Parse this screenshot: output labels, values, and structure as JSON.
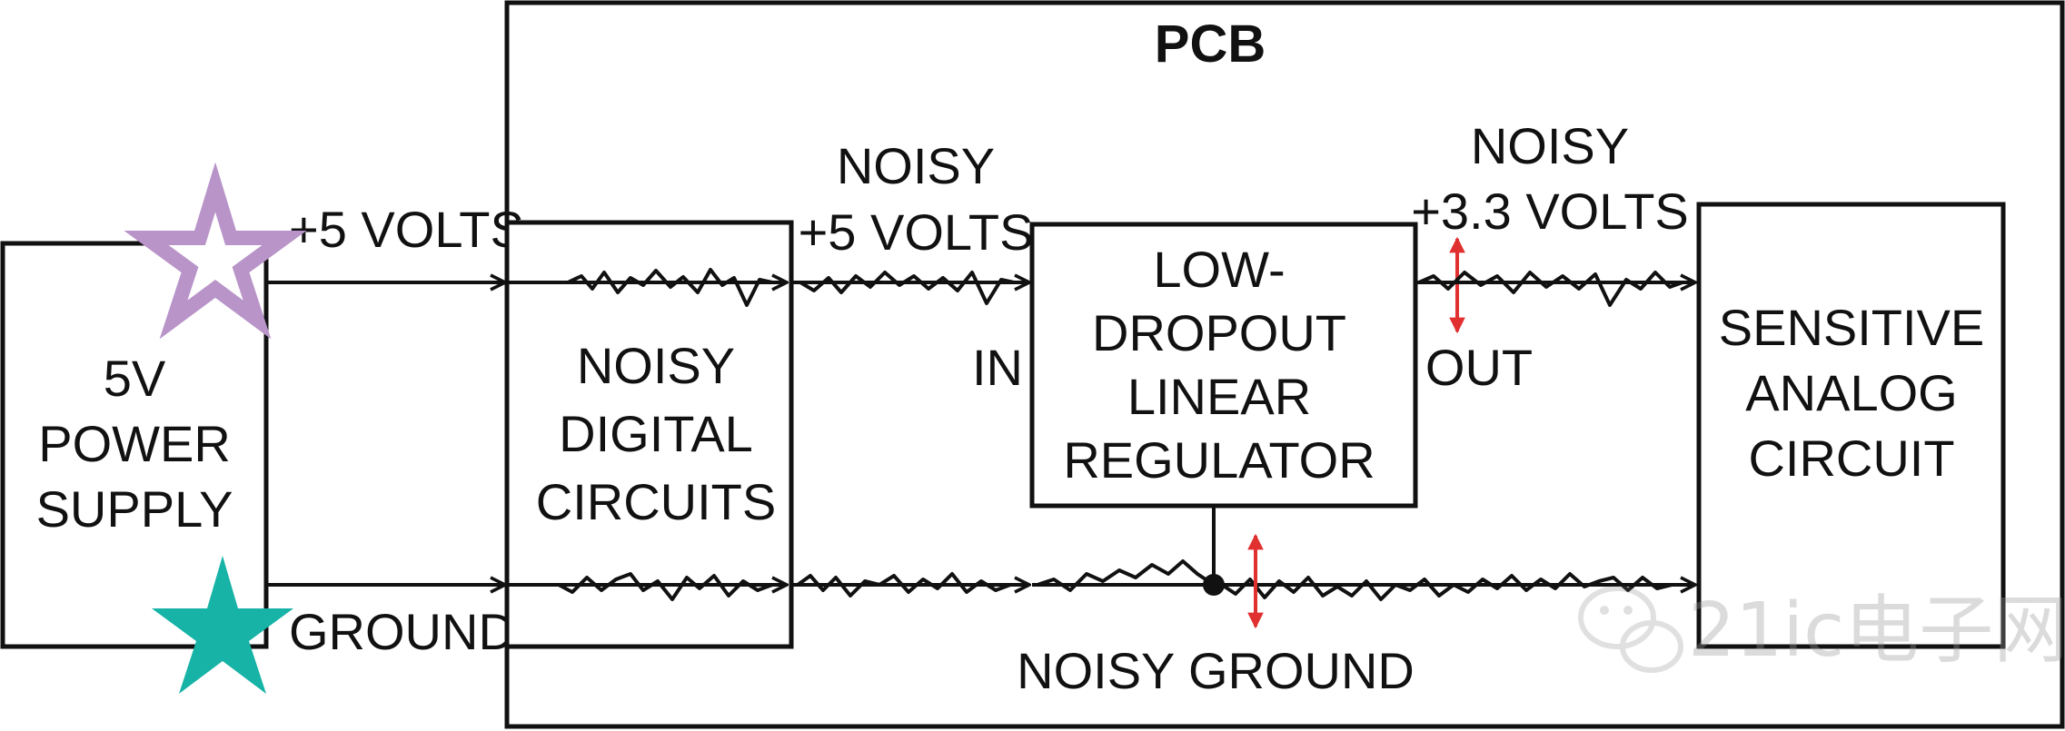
{
  "pcb": {
    "title": "PCB"
  },
  "power_supply": {
    "lines": [
      "5V",
      "POWER",
      "SUPPLY"
    ]
  },
  "digital": {
    "lines": [
      "NOISY",
      "DIGITAL",
      "CIRCUITS"
    ]
  },
  "regulator": {
    "lines": [
      "LOW-",
      "DROPOUT",
      "LINEAR",
      "REGULATOR"
    ],
    "in_label": "IN",
    "out_label": "OUT"
  },
  "analog": {
    "lines": [
      "SENSITIVE",
      "ANALOG",
      "CIRCUIT"
    ]
  },
  "labels": {
    "supply_plus": "+5 VOLTS",
    "ground": "GROUND",
    "noisy_5v_line1": "NOISY",
    "noisy_5v_line2": "+5 VOLTS",
    "noisy_33_line1": "NOISY",
    "noisy_33_line2": "+3.3 VOLTS",
    "noisy_ground": "NOISY GROUND"
  },
  "watermark": {
    "text": "21ic电子网"
  },
  "colors": {
    "star_outline": "#b894c8",
    "star_filled": "#16b3a6",
    "arrow_red": "#e03030",
    "line": "#111111"
  },
  "icons": {
    "power_star": "star-outline-icon",
    "ground_star": "star-filled-icon",
    "watermark_logo": "wechat-icon"
  }
}
